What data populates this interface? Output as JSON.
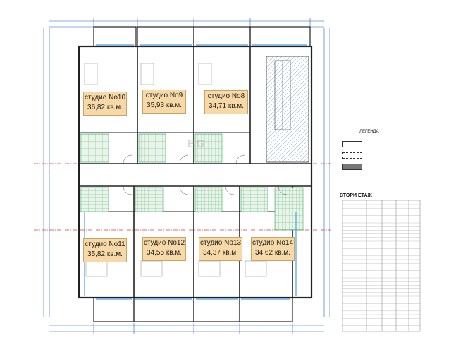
{
  "floor_title": "ВТОРИ ЕТАЖ",
  "legend": {
    "title": "ЛЕГЕНДА"
  },
  "watermark": "BG",
  "studios": [
    {
      "name": "студио No10",
      "area": "36,82 кв.м."
    },
    {
      "name": "студио No9",
      "area": "35,93 кв.м."
    },
    {
      "name": "студио No8",
      "area": "34,71 кв.м."
    },
    {
      "name": "студио No11",
      "area": "35,82 кв.м."
    },
    {
      "name": "студио No12",
      "area": "34,55 кв.м."
    },
    {
      "name": "студио No13",
      "area": "34,37 кв.м."
    },
    {
      "name": "студио No14",
      "area": "34,62 кв.м."
    }
  ],
  "colors": {
    "wall": "#222222",
    "dimension": "#1f5fbf",
    "hatch": "#33aa33",
    "glazing": "#2b8fd6",
    "axis": "#e23b3b",
    "label_bg": "#f6d9a6",
    "watermark": "#999999"
  }
}
